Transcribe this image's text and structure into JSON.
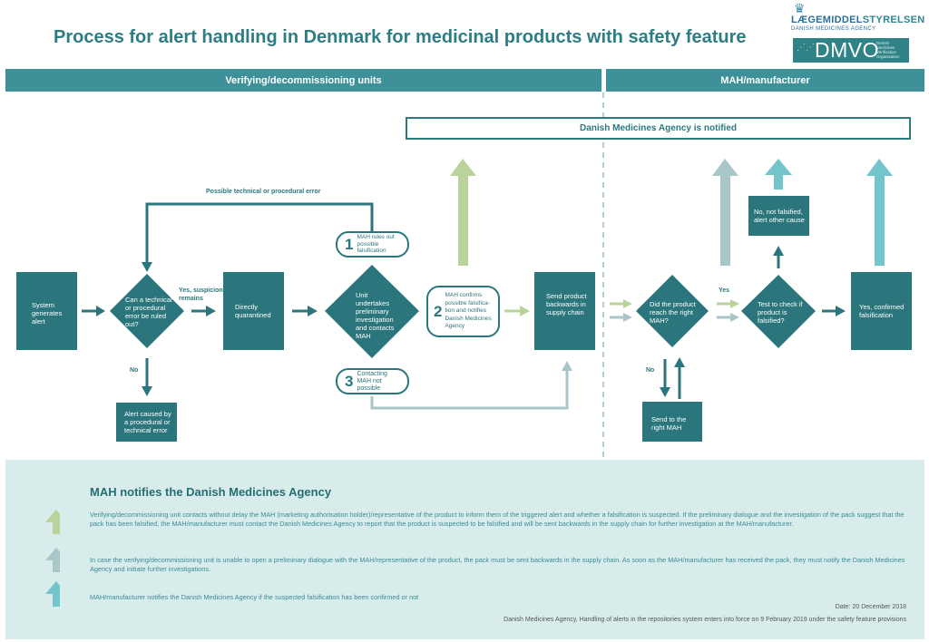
{
  "header": {
    "title": "Process for alert handling in Denmark for medicinal products with safety feature",
    "logo_agency_name_part1": "LÆGEMIDDEL",
    "logo_agency_name_part2": "STYRELSEN",
    "logo_agency_subtitle": "DANISH MEDICINES AGENCY",
    "logo_dmvo": "DMVO",
    "logo_dmvo_subtitle": "Danish Medicines Verification Organisation"
  },
  "lanes": {
    "left": "Verifying/decommissioning units",
    "right": "MAH/manufacturer"
  },
  "notified_bar": "Danish Medicines Agency is notified",
  "flow": {
    "system_generates_alert": "System generates alert",
    "rule_out_decision": "Can a technical or procedural error be ruled out?",
    "yes_suspicion_label": "Yes, suspicion remains",
    "no_label_left": "No",
    "alert_caused_by_error": "Alert caused by a procedural or technical error",
    "possible_error_label": "Possible technical or procedural error",
    "directly_quarantined": "Directly quarantined",
    "unit_investigation": "Unit undertakes preliminary investigation and contacts MAH",
    "outcome_1_num": "1",
    "outcome_1_text": "MAH rules out possible falsification",
    "outcome_2_num": "2",
    "outcome_2_text": "MAH confirms possible falsifica-tion and notifies Danish Medicines Agency",
    "outcome_3_num": "3",
    "outcome_3_text": "Contacting MAH not possible",
    "send_backwards": "Send product backwards in supply chain",
    "reach_right_mah": "Did the product reach the right MAH?",
    "yes_label": "Yes",
    "no_label_right": "No",
    "send_to_right_mah": "Send to the right MAH",
    "test_falsified": "Test to check if product is falsified?",
    "not_falsified": "No, not falsified, alert other cause",
    "confirmed_falsification": "Yes, confirmed falsification"
  },
  "legend": {
    "title": "MAH notifies the Danish Medicines Agency",
    "item1": "Verifying/decommissioning unit contacts without delay the MAH (marketing authorisation holder)/representative of the product to inform them of the triggered alert and whether a falsification is suspected. If the preliminary dialogue and the investigation of the pack suggest that the pack has been falsified, the MAH/manufacturer must contact the Danish Medicines Agency to report that the product is suspected to be falsified and will be sent backwards in the supply chain for further investigation at the MAH/manufacturer.",
    "item2": "In case the verifying/decommissioning unit is unable to open a preliminary dialogue with the MAH/representative of the product, the pack must be sent backwards in the supply chain. As soon as the MAH/manufacturer has received the pack, they must notify the Danish Medicines Agency and initiate further investigations.",
    "item3": "MAH/manufacturer notifies the Danish Medicines Agency if the suspected falsification has been confirmed or not",
    "date": "Date: 20 December 2018",
    "source": "Danish Medicines Agency, Handling of alerts in the repositories system enters into force on 9 February 2019 under the safety feature provisions"
  },
  "colors": {
    "teal_dark": "#2a767c",
    "teal_band": "#3f9199",
    "green_arrow": "#b9d39a",
    "grey_arrow": "#a9c6c8",
    "cyan_arrow": "#72c6cb",
    "legend_bg": "#d8ecec"
  }
}
